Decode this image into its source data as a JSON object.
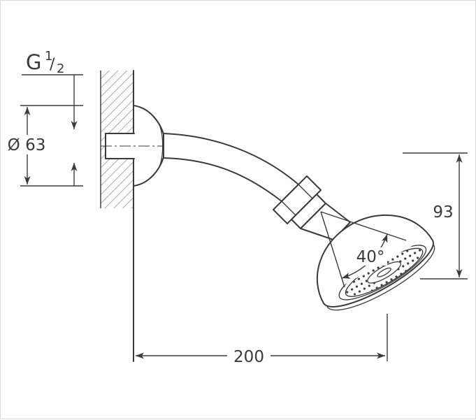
{
  "labels": {
    "thread": {
      "prefix": "G",
      "numerator": "1",
      "separator": "/",
      "denominator": "2"
    },
    "diameter": "Ø 63",
    "height": "93",
    "length": "200",
    "swivel_angle": "40°"
  },
  "colors": {
    "line": "#3a3a3a",
    "hatch": "#8f8f8f",
    "background": "#ffffff",
    "border": "#d9d9d9"
  }
}
